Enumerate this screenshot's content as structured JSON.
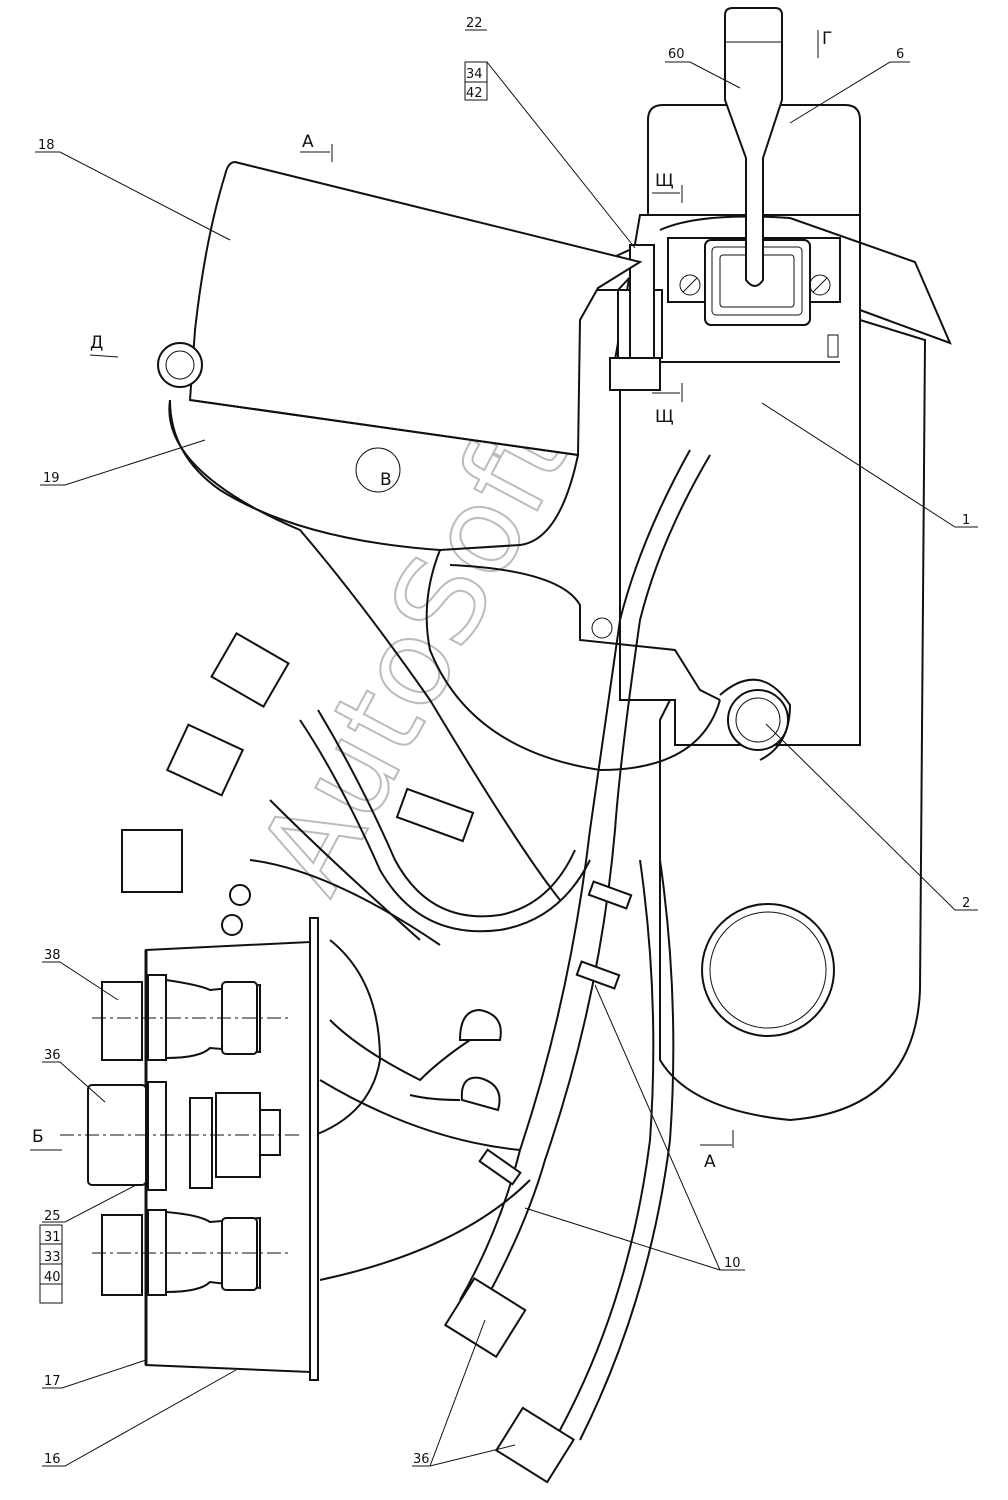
{
  "drawing": {
    "callouts": {
      "c60": "60",
      "c6": "6",
      "c22": "22",
      "c34": "34",
      "c42": "42",
      "c18": "18",
      "c19": "19",
      "c1": "1",
      "c2": "2",
      "c38": "38",
      "c36a": "36",
      "c25": "25",
      "c31": "31",
      "c33": "33",
      "c40": "40",
      "c17": "17",
      "c16": "16",
      "c36b": "36",
      "c10": "10"
    },
    "views": {
      "g": "Г",
      "a_top": "А",
      "a_bottom": "А",
      "shch_top": "Щ",
      "shch_bottom": "Щ",
      "d": "Д",
      "b": "Б",
      "v": "В"
    },
    "watermark": "AutoSoft"
  }
}
